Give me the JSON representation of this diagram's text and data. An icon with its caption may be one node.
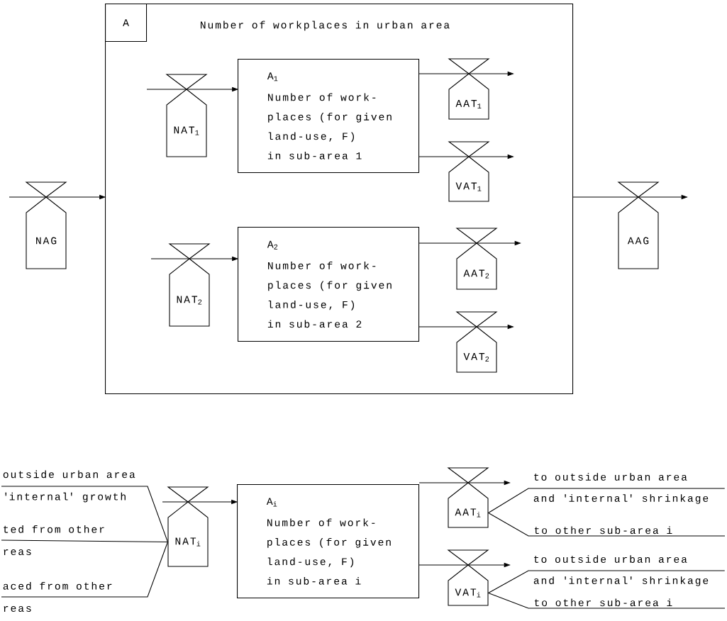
{
  "diagram": {
    "nodes": [
      {
        "text": [
          "NAG"
        ]
      },
      {
        "text": [
          "Number of workplaces in urban area"
        ]
      },
      {
        "text": [
          "A"
        ],
        "in": 1
      },
      {
        "text": [
          "NAT$_{1}$"
        ],
        "in": 1
      },
      {
        "text": [
          "A$_{1}$",
          "Number of work- places (for given land-use, F) in sub-area 1"
        ],
        "in": 1
      },
      {
        "text": [
          "AAT$_{1}$"
        ],
        "in": 1
      },
      {
        "text": [
          "VAT$_{1}$"
        ],
        "in": 1
      },
      {
        "text": [
          "NAT$_{2}$"
        ],
        "in": 1
      },
      {
        "text": [
          "A$_{2}$",
          "Number of work- places (for given land-use, F) in sub-area 2"
        ],
        "in": 1
      },
      {
        "text": [
          "AAT$_{2}$"
        ],
        "in": 1
      },
      {
        "text": [
          "VAT$_{2}$"
        ],
        "in": 1
      },
      {
        "text": [
          "AAG"
        ]
      },
      {
        "text": [
          "outside urban area",
          "'internal' growth"
        ]
      },
      {
        "text": [
          "ted from other",
          "reas"
        ]
      },
      {
        "text": [
          "aced from other",
          "reas"
        ]
      },
      {
        "text": [
          "NAT$_{i}$"
        ]
      },
      {
        "text": [
          "A$_{i}$",
          "Number of work- places (for given land-use, F) in sub-area i"
        ]
      },
      {
        "text": [
          "AAT$_{i}$"
        ]
      },
      {
        "text": [
          "to outside urban area",
          "and 'internal' shrinkage"
        ]
      },
      {
        "text": [
          "to other sub-area i"
        ]
      },
      {
        "text": [
          "VAT$_{i}$"
        ]
      },
      {
        "text": [
          "to outside urban area",
          "and 'internal' shrinkage"
        ]
      },
      {
        "text": [
          "to other sub-area i"
        ]
      }
    ],
    "edges": [
      {
        "from": 0,
        "to": 1,
        "arrow": "to"
      },
      {
        "from": 1,
        "to": 11,
        "arrow": "to"
      },
      {
        "from": 3,
        "to": 4,
        "arrow": "to"
      },
      {
        "from": 4,
        "to": 5,
        "arrow": "to"
      },
      {
        "from": 4,
        "to": 6,
        "arrow": "to"
      },
      {
        "from": 7,
        "to": 8,
        "arrow": "to"
      },
      {
        "from": 8,
        "to": 9,
        "arrow": "to"
      },
      {
        "from": 8,
        "to": 10,
        "arrow": "to"
      },
      {
        "from": 12,
        "to": 15,
        "arrow": "none"
      },
      {
        "from": 13,
        "to": 15,
        "arrow": "none"
      },
      {
        "from": 14,
        "to": 15,
        "arrow": "none"
      },
      {
        "from": 15,
        "to": 16,
        "arrow": "to"
      },
      {
        "from": 16,
        "to": 17,
        "arrow": "to"
      },
      {
        "from": 16,
        "to": 20,
        "arrow": "to"
      },
      {
        "from": 17,
        "to": 18,
        "arrow": "none"
      },
      {
        "from": 17,
        "to": 19,
        "arrow": "none"
      },
      {
        "from": 20,
        "to": 21,
        "arrow": "none"
      },
      {
        "from": 20,
        "to": 22,
        "arrow": "none"
      }
    ]
  }
}
